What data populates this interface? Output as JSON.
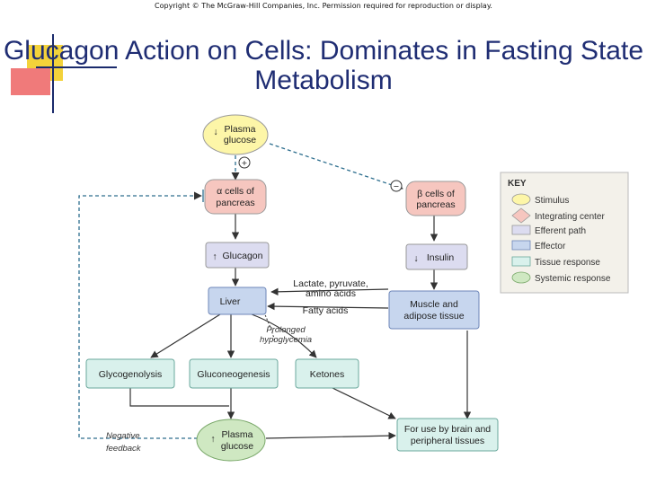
{
  "header": {
    "copyright": "Copyright © The McGraw-Hill Companies, Inc. Permission required for reproduction or display.",
    "title": "Glucagon Action on Cells: Dominates in Fasting State Metabolism"
  },
  "diagram": {
    "plasma_glucose_top": [
      "Plasma",
      "glucose"
    ],
    "alpha_cells": [
      "α cells of",
      "pancreas"
    ],
    "beta_cells": [
      "β cells of",
      "pancreas"
    ],
    "glucagon": "Glucagon",
    "insulin": "Insulin",
    "liver": "Liver",
    "muscle_adipose": [
      "Muscle and",
      "adipose tissue"
    ],
    "lactate": [
      "Lactate, pyruvate,",
      "amino acids"
    ],
    "fatty_acids": "Fatty acids",
    "prolonged": [
      "Prolonged",
      "hypoglycemia"
    ],
    "glycogenolysis": "Glycogenolysis",
    "gluconeogenesis": "Gluconeogenesis",
    "ketones": "Ketones",
    "plasma_glucose_bottom": [
      "Plasma",
      "glucose"
    ],
    "peripheral_use": [
      "For use by brain and",
      "peripheral tissues"
    ],
    "negative_feedback": [
      "Negative",
      "feedback"
    ],
    "plus_sign": "+",
    "minus_sign": "−",
    "down_arrow": "↓",
    "up_arrow": "↑"
  },
  "key": {
    "title": "KEY",
    "items": [
      "Stimulus",
      "Integrating center",
      "Efferent path",
      "Effector",
      "Tissue response",
      "Systemic response"
    ]
  },
  "colors": {
    "title": "#1f2d73",
    "stimulus": "#fdf6a8",
    "integrating": "#f6c6bf",
    "efferent": "#dcdcf0",
    "effector": "#c7d6ee",
    "tissue": "#d9f1ec",
    "systemic": "#cfe8c2",
    "dashed": "#2d6e8e"
  }
}
